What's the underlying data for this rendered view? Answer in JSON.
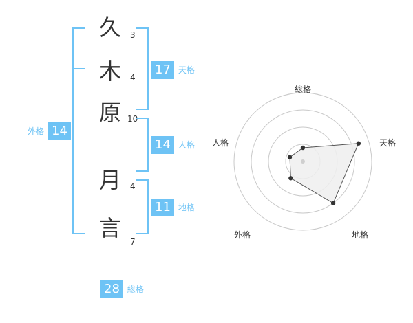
{
  "colors": {
    "accent": "#6ec3f5",
    "text": "#333333",
    "radar_grid": "#c9c9c9",
    "radar_fill": "#eeeeee",
    "radar_line": "#555555"
  },
  "name": {
    "characters": [
      {
        "char": "久",
        "strokes": "3"
      },
      {
        "char": "木",
        "strokes": "4"
      },
      {
        "char": "原",
        "strokes": "10"
      },
      {
        "char": "月",
        "strokes": "4"
      },
      {
        "char": "言",
        "strokes": "7"
      }
    ]
  },
  "fortunes": {
    "tenkaku": {
      "value": "17",
      "label": "天格"
    },
    "jinkaku": {
      "value": "14",
      "label": "人格"
    },
    "chikaku": {
      "value": "11",
      "label": "地格"
    },
    "gaikaku": {
      "value": "14",
      "label": "外格"
    },
    "soukaku": {
      "value": "28",
      "label": "総格"
    }
  },
  "radar": {
    "axes": [
      "総格",
      "天格",
      "地格",
      "外格",
      "人格"
    ],
    "values": [
      0.2,
      0.85,
      0.75,
      0.3,
      0.2
    ],
    "rings": 4
  }
}
